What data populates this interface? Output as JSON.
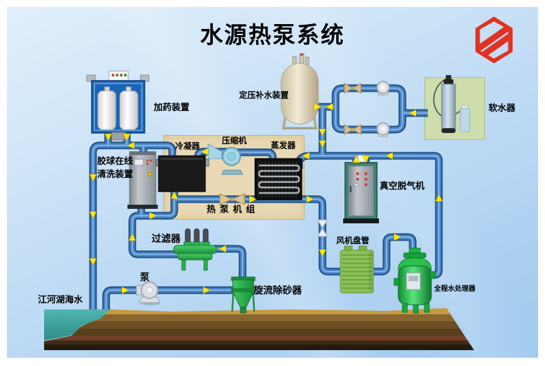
{
  "title": "水源热泵系统",
  "labels": {
    "dosing": "加药装置",
    "makeup": "定压补水装置",
    "softener": "软水器",
    "condenser": "冷凝器",
    "compressor": "压缩机",
    "evaporator": "蒸发器",
    "heat_pump_unit": "热泵机组",
    "ball_clean_1": "胶球在线",
    "ball_clean_2": "清洗装置",
    "degasser": "真空脱气机",
    "filter": "过滤器",
    "pump": "泵",
    "cyclone": "旋流除砂器",
    "fan_coil": "风机盘管",
    "water_processor": "全程水处理器",
    "river": "江河湖海水"
  },
  "colors": {
    "pipe_dark": "#1e4f86",
    "pipe_mid": "#4a86c6",
    "arrow": "#ffe600",
    "panel_beige": "#e9d9b4",
    "panel_green": "#cfdcab",
    "equip_green": "#2fae4f",
    "dosing_blue": "#1c64b6",
    "water_teal": "#3fa8a2",
    "ground_brown": "#6e4e25",
    "logo_red": "#e23222",
    "title_color": "#000000"
  },
  "brand": {
    "logo_icon": "striped-hexagon"
  }
}
